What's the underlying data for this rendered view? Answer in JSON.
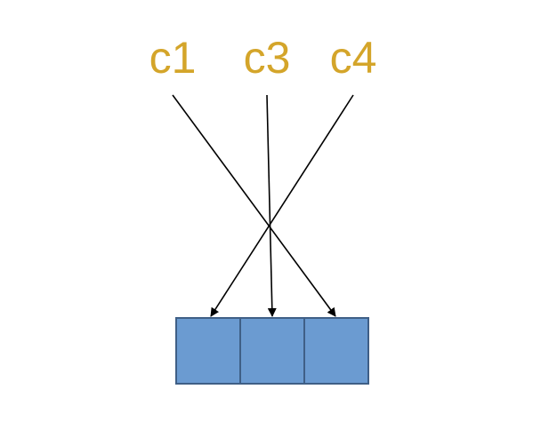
{
  "labels": [
    "c1",
    "c3",
    "c4"
  ],
  "array_cell_count": 3,
  "colors": {
    "label": "#d4a52a",
    "cell_fill": "#6b9bd1",
    "cell_stroke": "#3f5f86",
    "arrow": "#000000",
    "background": "#ffffff"
  },
  "arrows": [
    {
      "from": "c1",
      "to_cell": 3
    },
    {
      "from": "c3",
      "to_cell": 2
    },
    {
      "from": "c4",
      "to_cell": 1
    }
  ]
}
